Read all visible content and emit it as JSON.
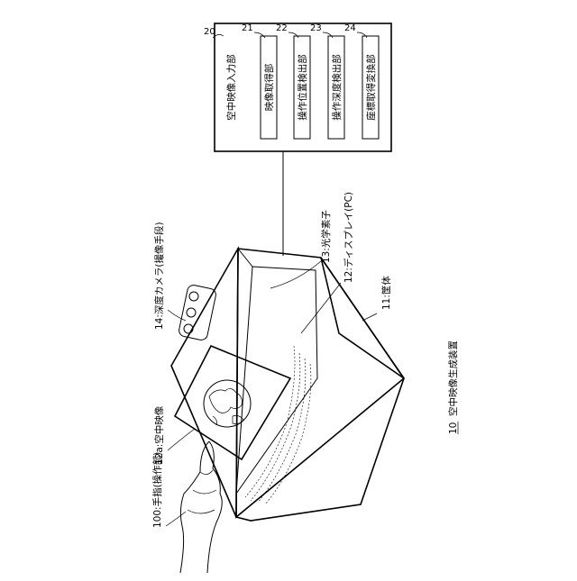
{
  "figure": {
    "device": {
      "ref": "10",
      "name": "空中映像生成装置"
    },
    "input_unit": {
      "ref": "20",
      "name": "空中映像入力部",
      "sub_units": [
        {
          "ref": "21",
          "name": "映像取得部"
        },
        {
          "ref": "22",
          "name": "操作位置検出部"
        },
        {
          "ref": "23",
          "name": "操作深度検出部"
        },
        {
          "ref": "24",
          "name": "座標取得変換部"
        }
      ]
    },
    "labels": {
      "finger": "100:手指(操作部)",
      "aerial_image": "12a:空中映像",
      "depth_camera": "14:深度カメラ(撮像手段)",
      "optical_element": "13:光学素子",
      "display": "12:ディスプレイ(PC)",
      "housing": "11:筐体"
    }
  }
}
